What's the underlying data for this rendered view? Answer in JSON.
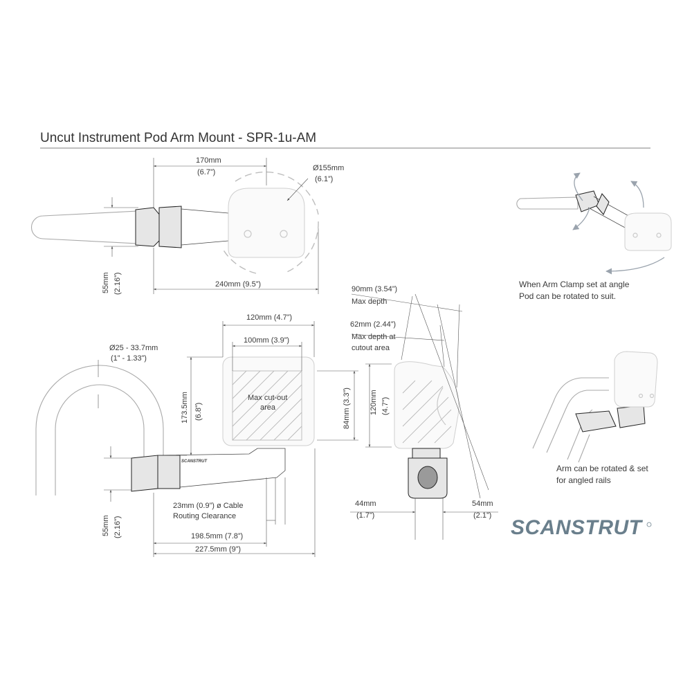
{
  "header": {
    "title": "Uncut Instrument Pod Arm Mount - SPR-1u-AM"
  },
  "top_view": {
    "width_170_mm": "170mm",
    "width_170_in": "(6.7”)",
    "dia_mm": "Ø155mm",
    "dia_in": "(6.1”)",
    "height_55_mm": "55mm",
    "height_55_in": "(2.16”)",
    "length_240": "240mm (9.5”)"
  },
  "front_view": {
    "w120": "120mm (4.7”)",
    "w100": "100mm (3.9”)",
    "rail_dia_mm": "Ø25 - 33.7mm",
    "rail_dia_in": "(1” - 1.33”)",
    "h173_mm": "173.5mm",
    "h173_in": "(6.8”)",
    "h84": "84mm (3.3”)",
    "cutout_line1": "Max cut-out",
    "cutout_line2": "area",
    "brand_small": "SCANSTRUT",
    "cable_line1": "23mm (0.9”) ø Cable",
    "cable_line2": "Routing Clearance",
    "h55_mm": "55mm",
    "h55_in": "(2.16”)",
    "l198": "198.5mm (7.8”)",
    "l227": "227.5mm (9”)"
  },
  "side_view": {
    "d90": "90mm (3.54”)",
    "d90_label": "Max depth",
    "d62": "62mm (2.44”)",
    "d62_label1": "Max depth at",
    "d62_label2": "cutout area",
    "h120_mm": "120mm",
    "h120_in": "(4.7”)",
    "w44_mm": "44mm",
    "w44_in": "(1.7”)",
    "w54_mm": "54mm",
    "w54_in": "(2.1”)"
  },
  "notes": {
    "angle_line1": "When Arm Clamp set at angle",
    "angle_line2": "Pod can be rotated to suit.",
    "rail_line1": "Arm can be rotated & set",
    "rail_line2": "for angled rails"
  },
  "brand": {
    "logo": "SCANSTRUT",
    "color": "#6a7f8c"
  }
}
